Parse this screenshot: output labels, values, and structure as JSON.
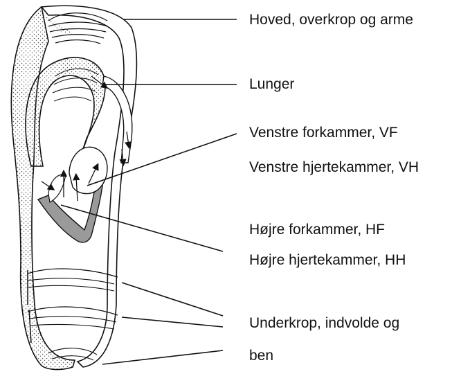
{
  "diagram": {
    "labels": {
      "head": "Hoved, overkrop og arme",
      "lungs": "Lunger",
      "left_atrium": "Venstre forkammer, VF",
      "left_ventricle": "Venstre hjertekammer, VH",
      "right_atrium": "Højre forkammer, HF",
      "right_ventricle": "Højre hjertekammer, HH",
      "lower_body_1": "Underkrop, indvolde og",
      "lower_body_2": "ben"
    },
    "colors": {
      "ink": "#111111",
      "heart_wall": "#9a9a9a",
      "stipple": "#555555",
      "background": "#ffffff"
    }
  }
}
